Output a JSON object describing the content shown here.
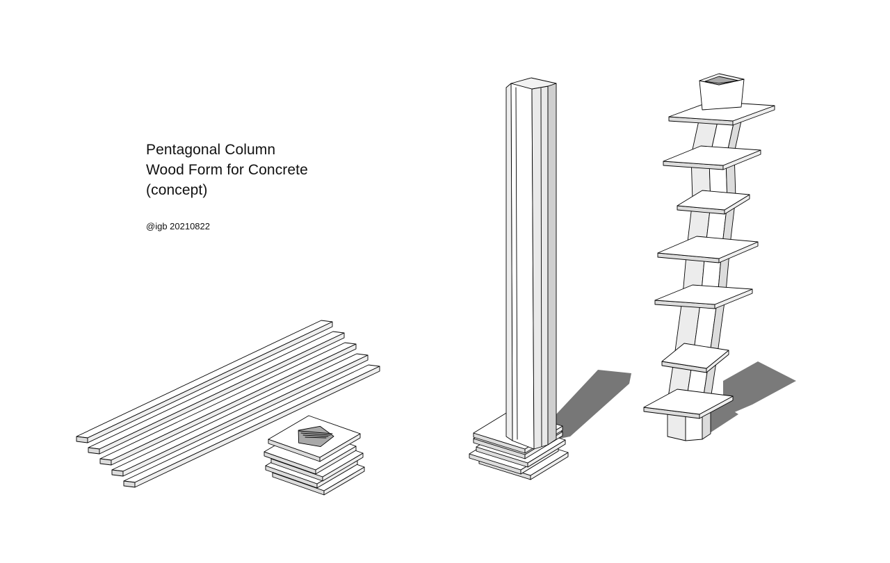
{
  "title": {
    "lines": [
      "Pentagonal Column",
      "Wood Form for Concrete",
      "(concept)"
    ]
  },
  "credit": "@igb 20210822",
  "colors": {
    "background": "#ffffff",
    "line": "#000000",
    "face_light": "#ffffff",
    "face_mid": "#dcdcdc",
    "face_dark": "#a9a9a9",
    "shadow": "#7a7a7a"
  },
  "illustrations": {
    "loose_planks_count": 5,
    "stacked_collars_count": 5,
    "assembled_form_collars_count": 7
  }
}
